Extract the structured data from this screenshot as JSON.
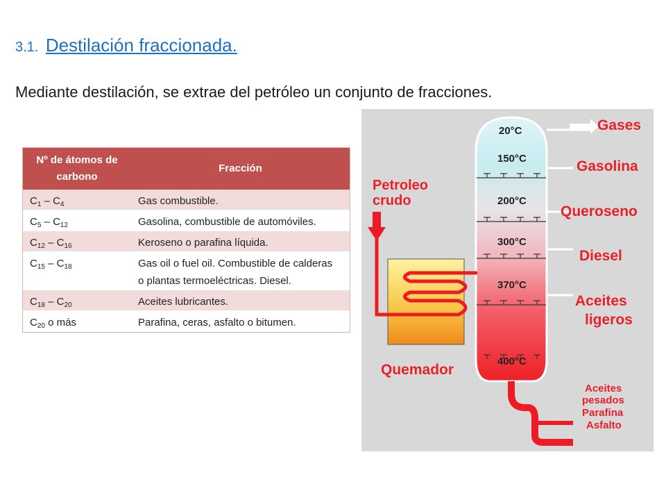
{
  "title": {
    "number": "3.1.",
    "text": "Destilación fraccionada."
  },
  "intro": "Mediante destilación, se extrae del petróleo un conjunto de fracciones.",
  "table": {
    "headers": {
      "col1": "Nº de átomos de carbono",
      "col2": "Fracción"
    },
    "rows": [
      {
        "c_a": "1",
        "c_b": "4",
        "suffix": "",
        "fraction": "Gas combustible."
      },
      {
        "c_a": "5",
        "c_b": "12",
        "suffix": "",
        "fraction": "Gasolina, combustible de automóviles."
      },
      {
        "c_a": "12",
        "c_b": "16",
        "suffix": "",
        "fraction": "Keroseno o parafina líquida."
      },
      {
        "c_a": "15",
        "c_b": "18",
        "suffix": "",
        "fraction": "Gas oil o fuel oil. Combustible de calderas o plantas termoeléctricas.  Diesel."
      },
      {
        "c_a": "18",
        "c_b": "20",
        "suffix": "",
        "fraction": "Aceites lubricantes."
      },
      {
        "c_a": "20",
        "c_b": "",
        "suffix": "o más",
        "fraction": "Parafina, ceras, asfalto o bitumen."
      }
    ]
  },
  "diagram": {
    "temperatures": [
      "20°C",
      "150°C",
      "200°C",
      "300°C",
      "370°C",
      "400°C"
    ],
    "products": {
      "gases": "Gases",
      "gasolina": "Gasolina",
      "queroseno": "Queroseno",
      "diesel": "Diesel",
      "aceites_ligeros_1": "Aceites",
      "aceites_ligeros_2": "ligeros",
      "bottom_1": "Aceites",
      "bottom_2": "pesados",
      "bottom_3": "Parafina",
      "bottom_4": "Asfalto"
    },
    "input_1": "Petroleo",
    "input_2": "crudo",
    "burner": "Quemador",
    "colors": {
      "label": "#e8202a",
      "pipe": "#ec1c24",
      "background": "#d8d8d8"
    }
  }
}
